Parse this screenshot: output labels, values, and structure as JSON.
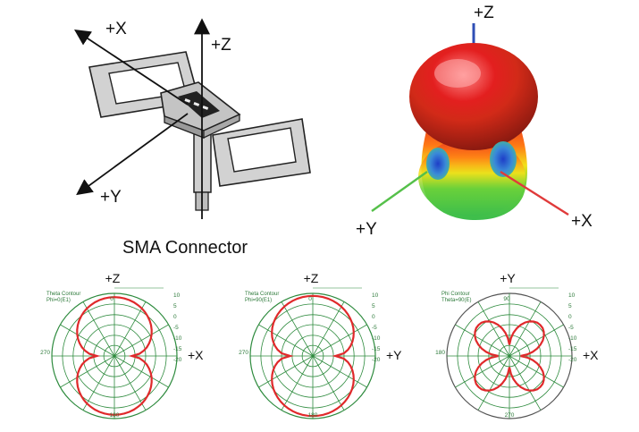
{
  "antenna": {
    "labels": {
      "x": "+X",
      "y": "+Y",
      "z": "+Z"
    },
    "connector_label": "SMA Connector"
  },
  "pattern3d": {
    "labels": {
      "x": "+X",
      "y": "+Y",
      "z": "+Z"
    }
  },
  "polar_plots": [
    {
      "top_label": "+Z",
      "side_label": "+X",
      "title_line1": "Theta Contour",
      "title_line2": "Phi=0(E1)",
      "left_angle": "270",
      "bottom_angle": "180",
      "top_angle": "0",
      "scale": [
        "10",
        "5",
        "0",
        "-5",
        "-10",
        "-15",
        "-20"
      ]
    },
    {
      "top_label": "+Z",
      "side_label": "+Y",
      "title_line1": "Theta Contour",
      "title_line2": "Phi=90(E1)",
      "left_angle": "270",
      "bottom_angle": "180",
      "top_angle": "0",
      "scale": [
        "10",
        "5",
        "0",
        "-5",
        "-10",
        "-15",
        "-20"
      ]
    },
    {
      "top_label": "+Y",
      "side_label": "+X",
      "title_line1": "Phi Contour",
      "title_line2": "Theta=90(E)",
      "left_angle": "180",
      "bottom_angle": "270",
      "top_angle": "90",
      "scale": [
        "10",
        "5",
        "0",
        "-5",
        "-10",
        "-15",
        "-20"
      ]
    }
  ],
  "colors": {
    "pattern": "#e0292b",
    "grid": "#2e8b3e",
    "axis_z": "#2f4fb5",
    "axis_x": "#e03a3a",
    "axis_y": "#55c04a"
  }
}
